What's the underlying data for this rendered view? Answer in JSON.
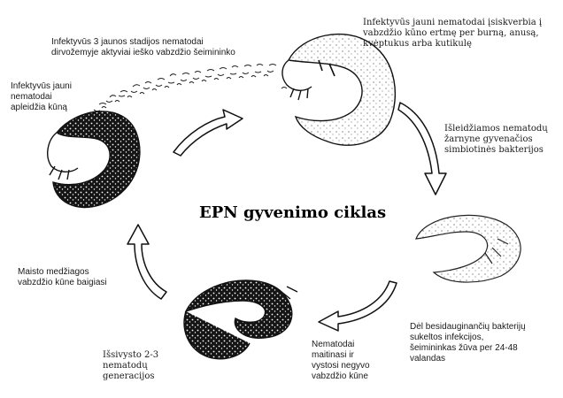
{
  "title": "EPN gyvenimo ciklas",
  "labels": {
    "stage1": "Infektyvūs 3 jaunos stadijos nematodai\ndirvožemyje aktyviai ieško vabzdžio šeimininko",
    "stage2": "Infektyvūs jauni nematodai įsiskverbia į\nvabzdžio kūno ertmę per burną, anusą,\nkvėptukus arba kutikulę",
    "stage3": "Išleidžiamos nematodų\nžarnyne gyvenačios\nsimbiotinės bakterijos",
    "stage4": "Dėl besidauginančių bakterijų\nsukeltos infekcijos,\nšeimininkas žūva per 24-48\nvalandas",
    "stage5": "Nematodai\nmaitinasi ir\nvystosi negyvo\nvabzdžio kūne",
    "stage6": "Išsivysto 2-3\nnematodų\ngeneracijos",
    "stage7": "Maisto medžiagos\nvabzdžio kūne baigiasi",
    "stage8": "Infektyvūs jauni\nnematodai\napleidžia kūną"
  },
  "colors": {
    "ink": "#111111",
    "background": "#ffffff",
    "larva_fill": "#1b1b1b"
  },
  "icons": [
    "cycle-arrow-icon",
    "larva-icon",
    "nematode-swarm-icon"
  ]
}
